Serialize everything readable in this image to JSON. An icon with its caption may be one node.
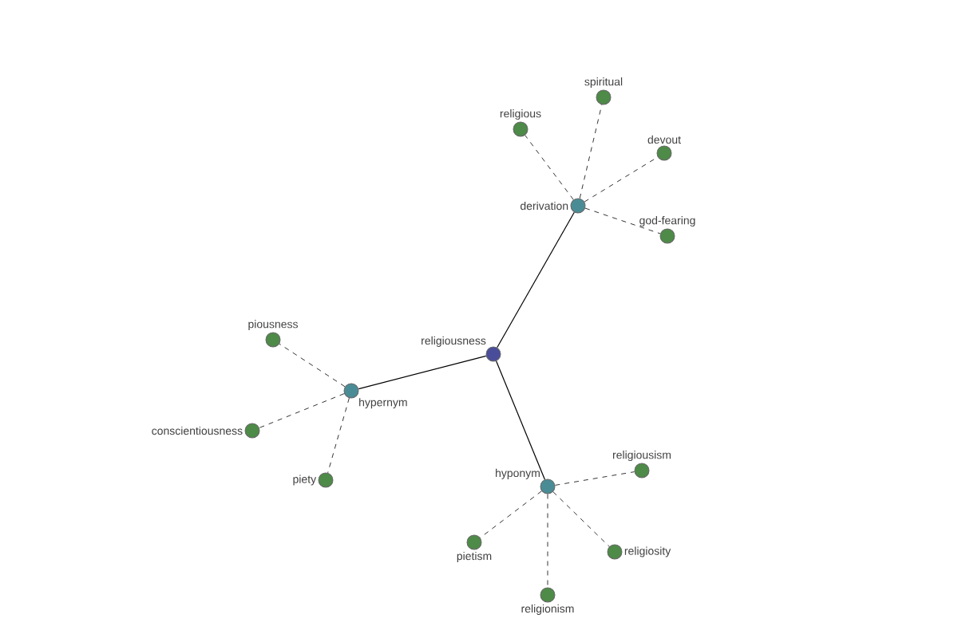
{
  "diagram": {
    "nodes": [
      {
        "text": [
          "religiousness"
        ]
      },
      {
        "text": [
          "derivation"
        ]
      },
      {
        "text": [
          "hypernym"
        ]
      },
      {
        "text": [
          "hyponym"
        ]
      },
      {
        "text": [
          "religious"
        ]
      },
      {
        "text": [
          "spiritual"
        ]
      },
      {
        "text": [
          "devout"
        ]
      },
      {
        "text": [
          "god-fearing"
        ]
      },
      {
        "text": [
          "piousness"
        ]
      },
      {
        "text": [
          "conscientiousness"
        ]
      },
      {
        "text": [
          "piety"
        ]
      },
      {
        "text": [
          "religiousism"
        ]
      },
      {
        "text": [
          "religiosity"
        ]
      },
      {
        "text": [
          "religionism"
        ]
      },
      {
        "text": [
          "pietism"
        ]
      }
    ],
    "edges": [
      {
        "from": 0,
        "to": 1,
        "arrow": "none"
      },
      {
        "from": 0,
        "to": 2,
        "arrow": "none"
      },
      {
        "from": 0,
        "to": 3,
        "arrow": "none"
      },
      {
        "from": 1,
        "to": 4,
        "arrow": "none",
        "style": "dashed"
      },
      {
        "from": 1,
        "to": 5,
        "arrow": "none",
        "style": "dashed"
      },
      {
        "from": 1,
        "to": 6,
        "arrow": "none",
        "style": "dashed"
      },
      {
        "from": 1,
        "to": 7,
        "arrow": "none",
        "style": "dashed"
      },
      {
        "from": 2,
        "to": 8,
        "arrow": "none",
        "style": "dashed"
      },
      {
        "from": 2,
        "to": 9,
        "arrow": "none",
        "style": "dashed"
      },
      {
        "from": 2,
        "to": 10,
        "arrow": "none",
        "style": "dashed"
      },
      {
        "from": 3,
        "to": 11,
        "arrow": "none",
        "style": "dashed"
      },
      {
        "from": 3,
        "to": 12,
        "arrow": "none",
        "style": "dashed"
      },
      {
        "from": 3,
        "to": 13,
        "arrow": "none",
        "style": "dashed"
      },
      {
        "from": 3,
        "to": 14,
        "arrow": "none",
        "style": "dashed"
      }
    ]
  }
}
